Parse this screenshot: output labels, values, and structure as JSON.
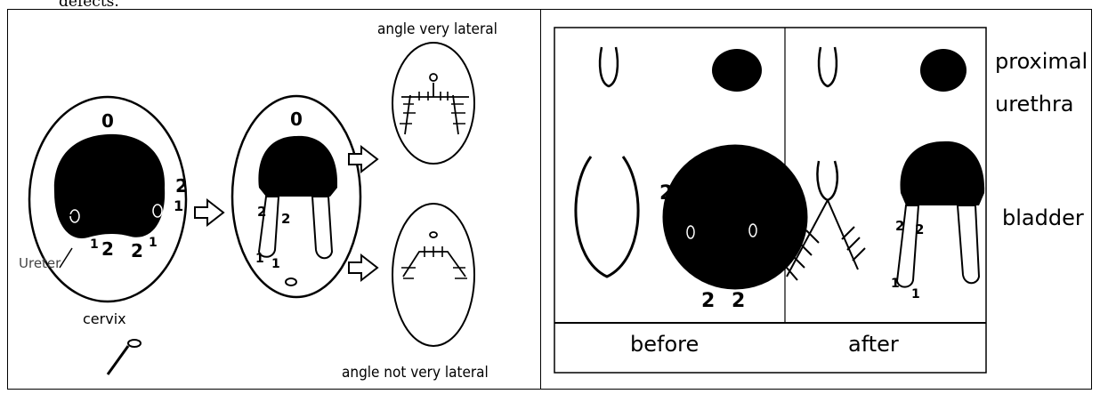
{
  "caption_fragment": "defects.",
  "left_panel": {
    "label_angle_very_lateral": "angle very lateral",
    "label_angle_not_very_lateral": "angle not very lateral",
    "label_ureter": "Ureter",
    "label_cervix": "cervix",
    "suture_marks": {
      "top": "0",
      "left_outer": "2",
      "left_inner": "1",
      "right_outer": "2",
      "right_inner": "1",
      "bottom_a": "2",
      "bottom_b": "2",
      "bottom_c": "1",
      "bottom_d": "1"
    }
  },
  "right_panel": {
    "label_proximal": "proximal",
    "label_urethra": "urethra",
    "label_bladder": "bladder",
    "label_before": "before",
    "label_after": "after"
  }
}
